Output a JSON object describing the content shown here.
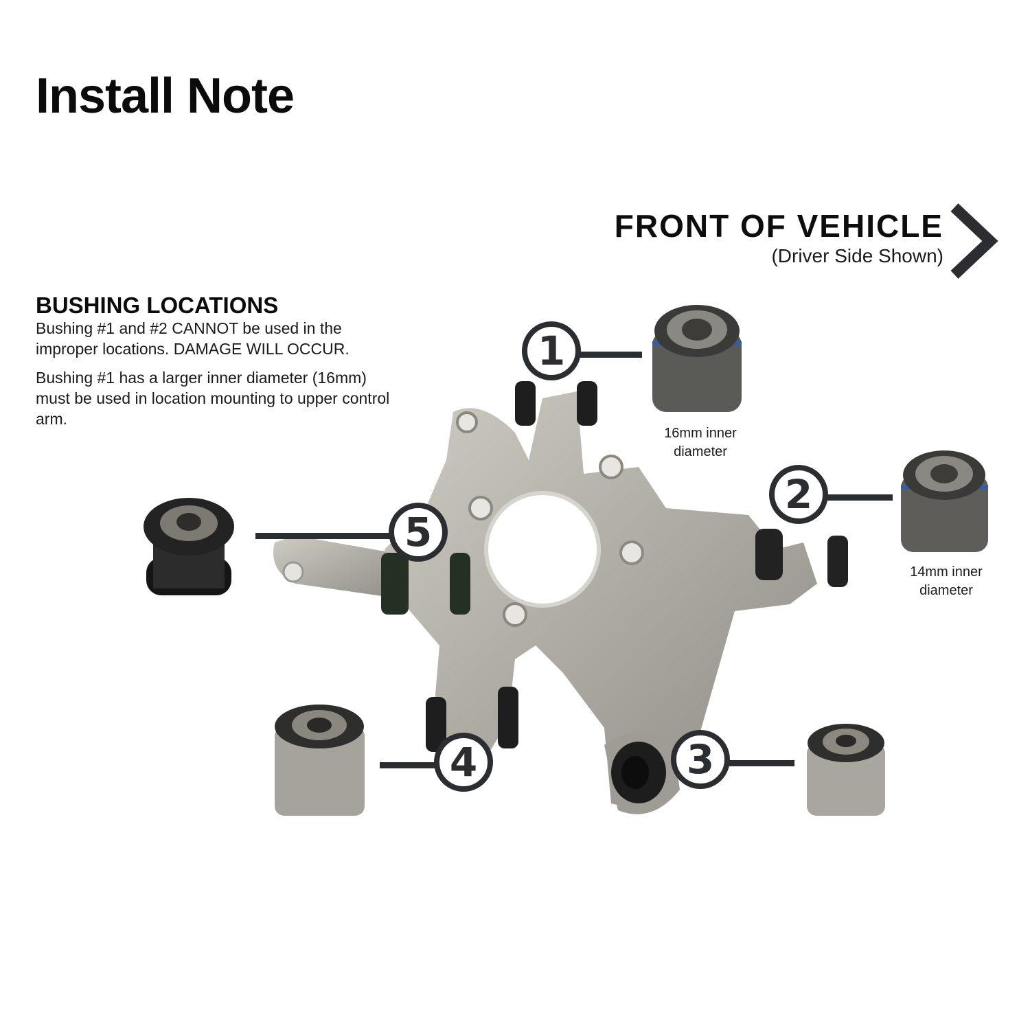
{
  "header": {
    "title": "Install Note"
  },
  "direction": {
    "label": "FRONT OF VEHICLE",
    "sublabel": "(Driver Side Shown)",
    "icon": "chevron-right-icon"
  },
  "notes": {
    "heading": "BUSHING LOCATIONS",
    "paragraphs": [
      "Bushing #1 and #2 CANNOT be used in the improper locations. DAMAGE WILL OCCUR.",
      "Bushing #1 has a larger inner diameter (16mm) must be used in location mounting to upper control arm."
    ]
  },
  "markers": [
    {
      "number": "1",
      "caption_line1": "16mm inner",
      "caption_line2": "diameter"
    },
    {
      "number": "2",
      "caption_line1": "14mm inner",
      "caption_line2": "diameter"
    },
    {
      "number": "3"
    },
    {
      "number": "4"
    },
    {
      "number": "5"
    }
  ],
  "colors": {
    "marker": "#2b2d30",
    "text": "#0b0b0b",
    "metal": "#b9b6ae",
    "rubber": "#2a2a2a",
    "seal_blue": "#2f5fa8"
  }
}
